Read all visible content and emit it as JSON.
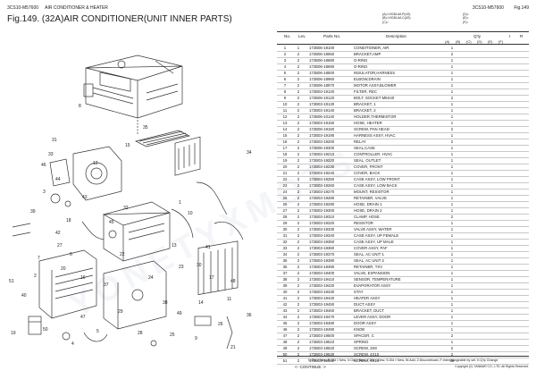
{
  "header": {
    "code_left": "3CS10-M57600",
    "section": "AIR CONDITIONER & HEATER",
    "code_right": "3CS10-M57600",
    "fig_number": "Fig.149",
    "fig_title": "Fig.149.  (32A)AIR CONDITIONER(UNIT INNER PARTS)"
  },
  "model_notes": [
    "(A)=VIO36-6A P(US)",
    "(B)=VIO36-6A C(US)",
    "(C)="
  ],
  "model_notes2": [
    "(D)=",
    "(E)=",
    "(F)="
  ],
  "columns": {
    "no": "No.",
    "lev": "Lev.",
    "part_no": "Parts No.",
    "desc": "Description",
    "qty": "Q'ty",
    "i": "I",
    "r": "R"
  },
  "qty_cols": [
    "(A)",
    "(B)",
    "(C)",
    "(D)",
    "(E)",
    "(F)"
  ],
  "parts": [
    {
      "no": "1",
      "lev": "1",
      "pn": "172B06-19100",
      "desc": "CONDITIONER, AIR",
      "qty": "1"
    },
    {
      "no": "2",
      "lev": "2",
      "pn": "172B06-18550",
      "desc": "BRACKET,AMP",
      "qty": "2"
    },
    {
      "no": "3",
      "lev": "2",
      "pn": "172B06-18680",
      "desc": "O-RING",
      "qty": "1"
    },
    {
      "no": "4",
      "lev": "2",
      "pn": "172B06-18690",
      "desc": "O-RING",
      "qty": "1"
    },
    {
      "no": "5",
      "lev": "2",
      "pn": "172B06-18500",
      "desc": "INSULATOR,HARNESS",
      "qty": "1"
    },
    {
      "no": "6",
      "lev": "2",
      "pn": "172B06-18960",
      "desc": "ELBOW,DRAIN",
      "qty": "1"
    },
    {
      "no": "7",
      "lev": "2",
      "pn": "172B06-18970",
      "desc": "MOTOR ASSY,BLOWER",
      "qty": "1"
    },
    {
      "no": "8",
      "lev": "2",
      "pn": "172B03-19120",
      "desc": "FILTER, REC",
      "qty": "1"
    },
    {
      "no": "9",
      "lev": "2",
      "pn": "172B06-19120",
      "desc": "BOLT, SOCKET M5X40",
      "qty": "2"
    },
    {
      "no": "10",
      "lev": "2",
      "pn": "172B03-19130",
      "desc": "BRACKET, 1",
      "qty": "1"
    },
    {
      "no": "11",
      "lev": "2",
      "pn": "172B03-19140",
      "desc": "BRACKET, 2",
      "qty": "1"
    },
    {
      "no": "12",
      "lev": "2",
      "pn": "172B06-10140",
      "desc": "HOLDER,THERMISTOR",
      "qty": "1"
    },
    {
      "no": "13",
      "lev": "2",
      "pn": "172B03-19150",
      "desc": "HOSE, HEATER",
      "qty": "1"
    },
    {
      "no": "14",
      "lev": "2",
      "pn": "172B06-19150",
      "desc": "SCREW, PAN HEAD",
      "qty": "2"
    },
    {
      "no": "15",
      "lev": "2",
      "pn": "172B03-19190",
      "desc": "HARNESS ASSY, HVAC",
      "qty": "1"
    },
    {
      "no": "16",
      "lev": "2",
      "pn": "172B03-19200",
      "desc": "RELAY",
      "qty": "2"
    },
    {
      "no": "17",
      "lev": "2",
      "pn": "172B06-19200",
      "desc": "SEAL,CASE",
      "qty": "1"
    },
    {
      "no": "18",
      "lev": "2",
      "pn": "172B03-19210",
      "desc": "CONTROLLER, HVAC",
      "qty": "1"
    },
    {
      "no": "19",
      "lev": "2",
      "pn": "172B03-19220",
      "desc": "SEAL, OUTLET",
      "qty": "1"
    },
    {
      "no": "20",
      "lev": "2",
      "pn": "172B03-19230",
      "desc": "COVER, FRONT",
      "qty": "1"
    },
    {
      "no": "21",
      "lev": "2",
      "pn": "172B03-19240",
      "desc": "COVER, BACK",
      "qty": "1"
    },
    {
      "no": "22",
      "lev": "2",
      "pn": "172B03-19250",
      "desc": "CASE ASSY, LOW FRONT",
      "qty": "1"
    },
    {
      "no": "23",
      "lev": "2",
      "pn": "172B03-19260",
      "desc": "CASE ASSY, LOW BACK",
      "qty": "1"
    },
    {
      "no": "24",
      "lev": "2",
      "pn": "172B03-19270",
      "desc": "MOUNT, RESISTOR",
      "qty": "1"
    },
    {
      "no": "25",
      "lev": "2",
      "pn": "172B03-19280",
      "desc": "RETAINER, VALVE",
      "qty": "1"
    },
    {
      "no": "26",
      "lev": "2",
      "pn": "172B03-19290",
      "desc": "HOSE, DRAIN 1",
      "qty": "1"
    },
    {
      "no": "27",
      "lev": "2",
      "pn": "172B03-19300",
      "desc": "HOSE, DRAIN 2",
      "qty": "1"
    },
    {
      "no": "28",
      "lev": "2",
      "pn": "172B03-19310",
      "desc": "CLAMP, HOSE",
      "qty": "2"
    },
    {
      "no": "29",
      "lev": "2",
      "pn": "172B03-19320",
      "desc": "RESISTOR",
      "qty": "1"
    },
    {
      "no": "30",
      "lev": "2",
      "pn": "172B03-19330",
      "desc": "VALVE ASSY, WATER",
      "qty": "1"
    },
    {
      "no": "31",
      "lev": "2",
      "pn": "172B03-19340",
      "desc": "CASE ASSY, UP FEMALE",
      "qty": "1"
    },
    {
      "no": "32",
      "lev": "2",
      "pn": "172B03-19350",
      "desc": "CASE ASSY, UP MALE",
      "qty": "1"
    },
    {
      "no": "33",
      "lev": "2",
      "pn": "172B03-19360",
      "desc": "COVER ASSY, PAF",
      "qty": "1"
    },
    {
      "no": "34",
      "lev": "2",
      "pn": "172B03-19370",
      "desc": "SEAL, AC UNIT 1",
      "qty": "1"
    },
    {
      "no": "35",
      "lev": "2",
      "pn": "172B03-19380",
      "desc": "SEAL, AC UNIT 2",
      "qty": "1"
    },
    {
      "no": "36",
      "lev": "2",
      "pn": "172B03-19390",
      "desc": "RETAINER, TXV",
      "qty": "1"
    },
    {
      "no": "37",
      "lev": "2",
      "pn": "172B03-19400",
      "desc": "VALVE, EXPANSION",
      "qty": "1"
    },
    {
      "no": "38",
      "lev": "2",
      "pn": "172B03-19410",
      "desc": "SENSOR, TEMPERATURE",
      "qty": "1"
    },
    {
      "no": "39",
      "lev": "2",
      "pn": "172B03-19420",
      "desc": "EVAPORATOR ASSY",
      "qty": "1"
    },
    {
      "no": "40",
      "lev": "2",
      "pn": "172B03-19430",
      "desc": "STAY",
      "qty": "1"
    },
    {
      "no": "41",
      "lev": "2",
      "pn": "172B03-19440",
      "desc": "HEATER ASSY",
      "qty": "1"
    },
    {
      "no": "42",
      "lev": "2",
      "pn": "172B03-19450",
      "desc": "DUCT ASSY",
      "qty": "1"
    },
    {
      "no": "43",
      "lev": "2",
      "pn": "172B03-19460",
      "desc": "BRACKET, DUCT",
      "qty": "1"
    },
    {
      "no": "44",
      "lev": "2",
      "pn": "172B03-19470",
      "desc": "LEVER ASSY, DOOR",
      "qty": "1"
    },
    {
      "no": "45",
      "lev": "2",
      "pn": "172B03-19480",
      "desc": "DOOR ASSY",
      "qty": "1"
    },
    {
      "no": "46",
      "lev": "2",
      "pn": "172B03-19490",
      "desc": "KNOB",
      "qty": "1"
    },
    {
      "no": "47",
      "lev": "2",
      "pn": "172B03-19500",
      "desc": "SPACER, C",
      "qty": "2"
    },
    {
      "no": "48",
      "lev": "2",
      "pn": "172B03-19510",
      "desc": "SPRING",
      "qty": "1"
    },
    {
      "no": "49",
      "lev": "2",
      "pn": "172B03-19520",
      "desc": "SCREW, 3X8",
      "qty": "2"
    },
    {
      "no": "50",
      "lev": "2",
      "pn": "172B03-19530",
      "desc": "SCREW, 4X10",
      "qty": "2"
    },
    {
      "no": "51",
      "lev": "2",
      "pn": "172B03-19540",
      "desc": "SCREW, 4X16",
      "qty": "38"
    }
  ],
  "footer": {
    "legend": "N:Old ◊ New, R:Old ◊ New, X:Old ◊ New, Y:Old ◊ New, S:Old ◊ New, W:Add, Z:Discontinued, F:Interchangeable by set, K:Q'ty Change",
    "continue": "<- CONTINUE ->",
    "copyright": "Copyright (C)  YANMAR CO., LTD. All Rights Reserved."
  },
  "diagram_callouts": [
    "51",
    "8",
    "31",
    "33",
    "35",
    "15",
    "46",
    "12",
    "44",
    "3",
    "43",
    "39",
    "18",
    "42",
    "34",
    "1",
    "32",
    "10",
    "45",
    "27",
    "22",
    "7",
    "13",
    "41",
    "6",
    "20",
    "2",
    "16",
    "37",
    "24",
    "40",
    "48",
    "30",
    "23",
    "11",
    "14",
    "38",
    "29",
    "49",
    "47",
    "19",
    "50",
    "4",
    "5",
    "28",
    "25",
    "9",
    "26",
    "21",
    "36",
    "17"
  ],
  "watermark": "YONETYXMOTS"
}
